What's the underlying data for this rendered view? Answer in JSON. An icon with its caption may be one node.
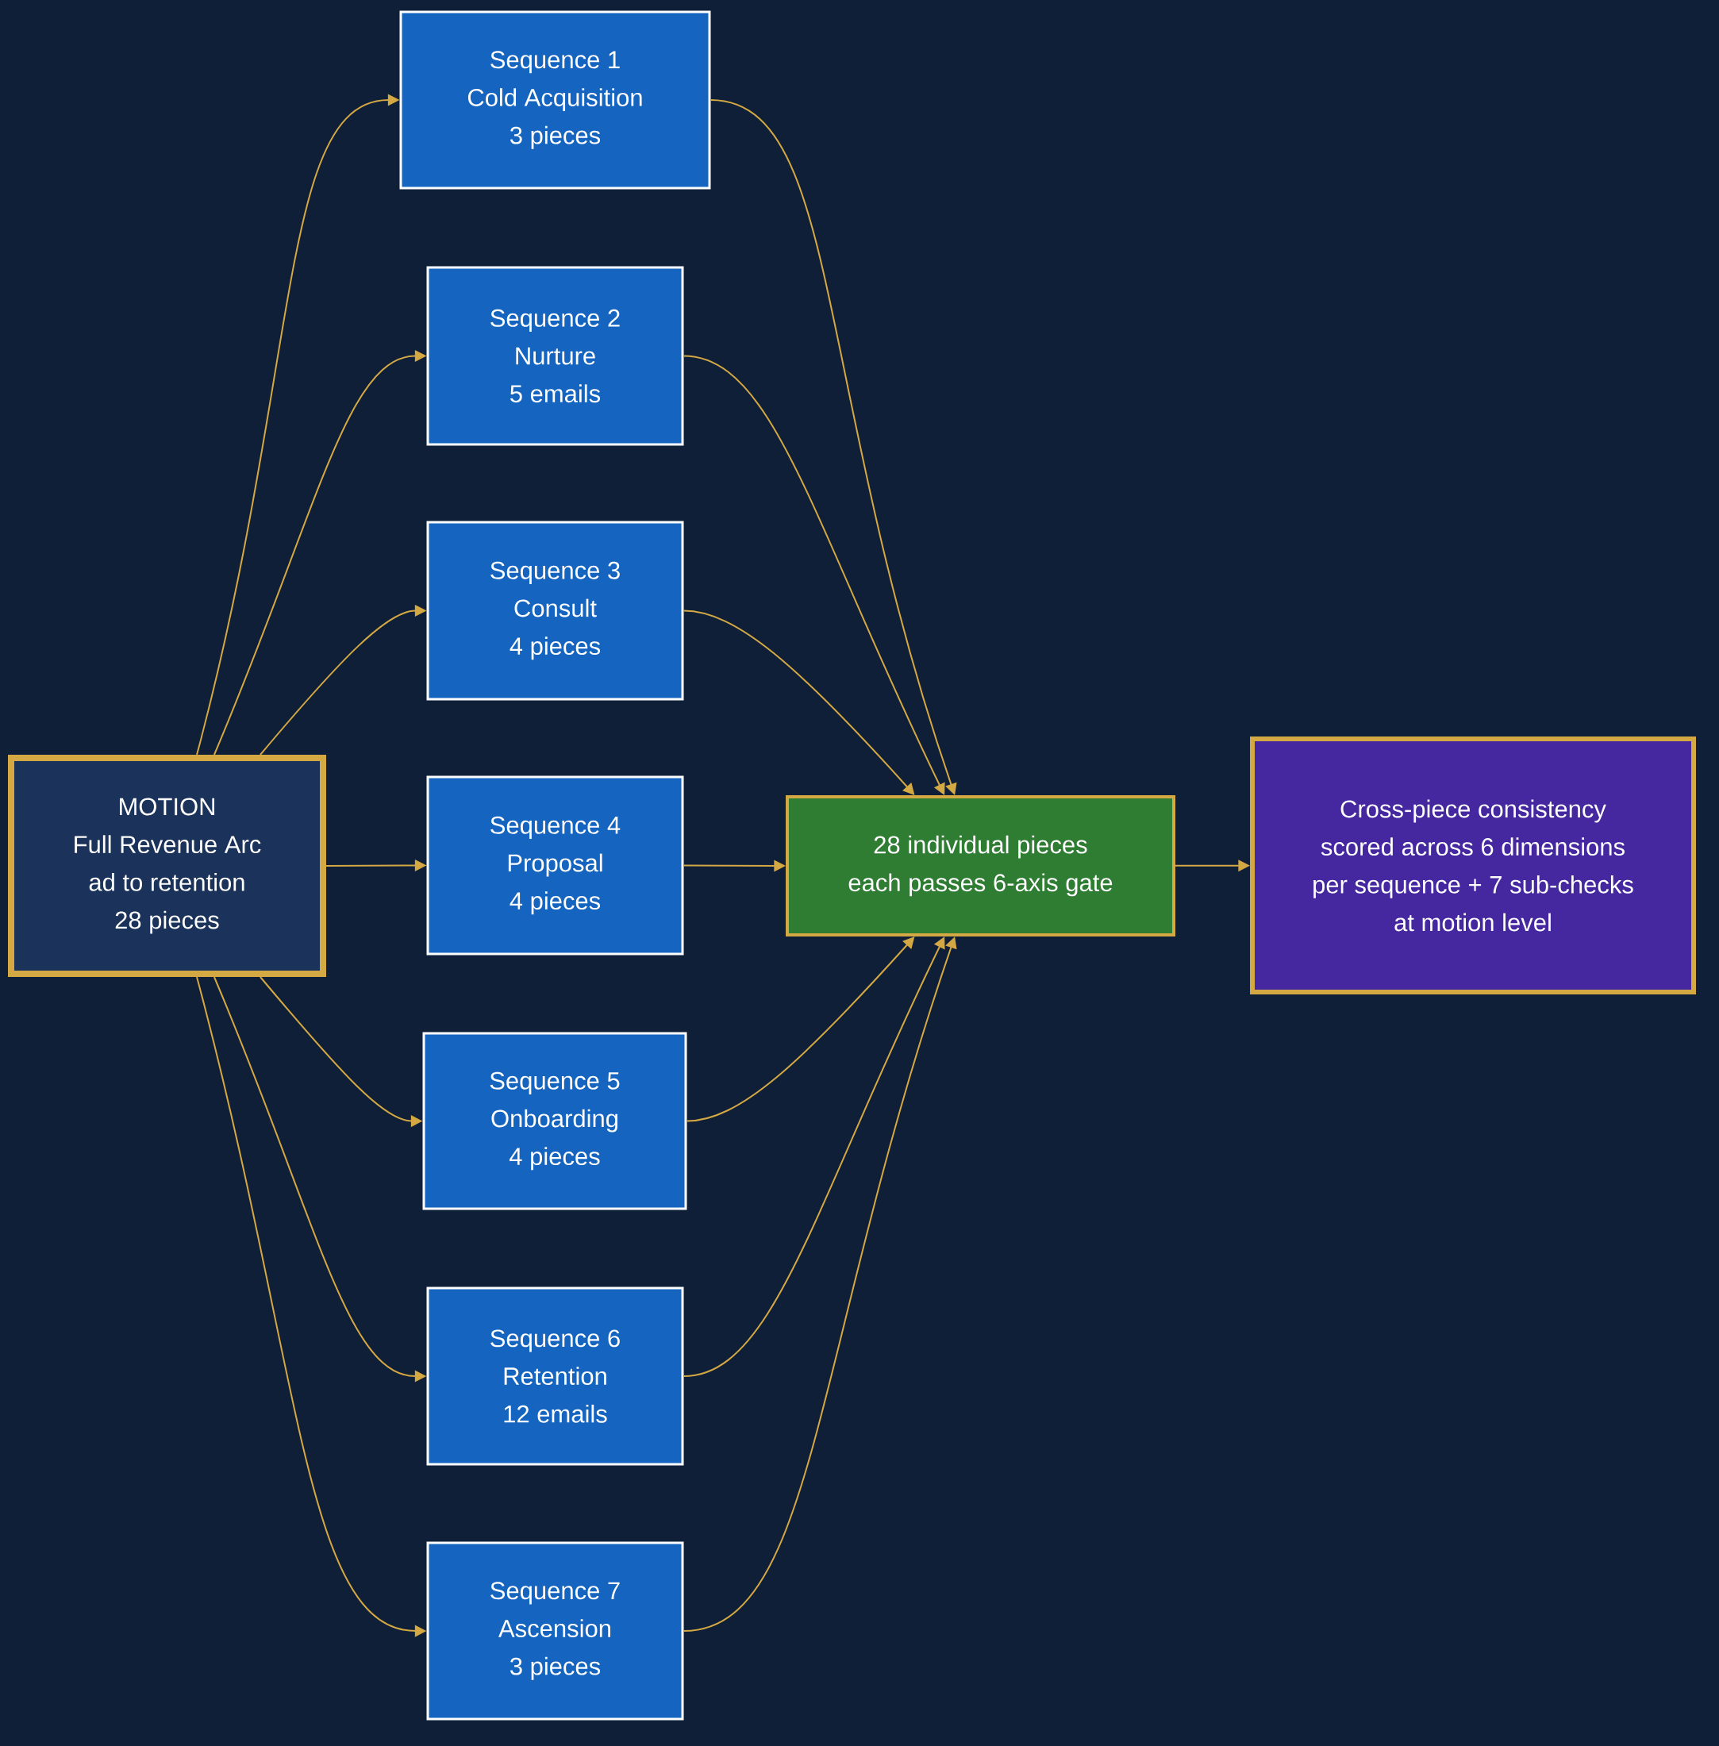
{
  "diagram": {
    "nodes": [
      {
        "text": [
          "MOTION",
          "Full Revenue Arc",
          "ad to retention",
          "28 pieces"
        ]
      },
      {
        "text": [
          "Sequence 1",
          "Cold Acquisition",
          "3 pieces"
        ]
      },
      {
        "text": [
          "Sequence 2",
          "Nurture",
          "5 emails"
        ]
      },
      {
        "text": [
          "Sequence 3",
          "Consult",
          "4 pieces"
        ]
      },
      {
        "text": [
          "Sequence 4",
          "Proposal",
          "4 pieces"
        ]
      },
      {
        "text": [
          "Sequence 5",
          "Onboarding",
          "4 pieces"
        ]
      },
      {
        "text": [
          "Sequence 6",
          "Retention",
          "12 emails"
        ]
      },
      {
        "text": [
          "Sequence 7",
          "Ascension",
          "3 pieces"
        ]
      },
      {
        "text": [
          "28 individual pieces",
          "each passes 6-axis gate"
        ]
      },
      {
        "text": [
          "Cross-piece consistency",
          "scored across 6 dimensions",
          "per sequence + 7 sub-checks",
          "at motion level"
        ]
      }
    ],
    "edges": [
      {
        "from": 0,
        "to": 1,
        "arrow": "to"
      },
      {
        "from": 0,
        "to": 2,
        "arrow": "to"
      },
      {
        "from": 0,
        "to": 3,
        "arrow": "to"
      },
      {
        "from": 0,
        "to": 4,
        "arrow": "to"
      },
      {
        "from": 0,
        "to": 5,
        "arrow": "to"
      },
      {
        "from": 0,
        "to": 6,
        "arrow": "to"
      },
      {
        "from": 0,
        "to": 7,
        "arrow": "to"
      },
      {
        "from": 1,
        "to": 8,
        "arrow": "to"
      },
      {
        "from": 2,
        "to": 8,
        "arrow": "to"
      },
      {
        "from": 3,
        "to": 8,
        "arrow": "to"
      },
      {
        "from": 4,
        "to": 8,
        "arrow": "to"
      },
      {
        "from": 5,
        "to": 8,
        "arrow": "to"
      },
      {
        "from": 6,
        "to": 8,
        "arrow": "to"
      },
      {
        "from": 7,
        "to": 8,
        "arrow": "to"
      },
      {
        "from": 8,
        "to": 9,
        "arrow": "to"
      }
    ]
  }
}
